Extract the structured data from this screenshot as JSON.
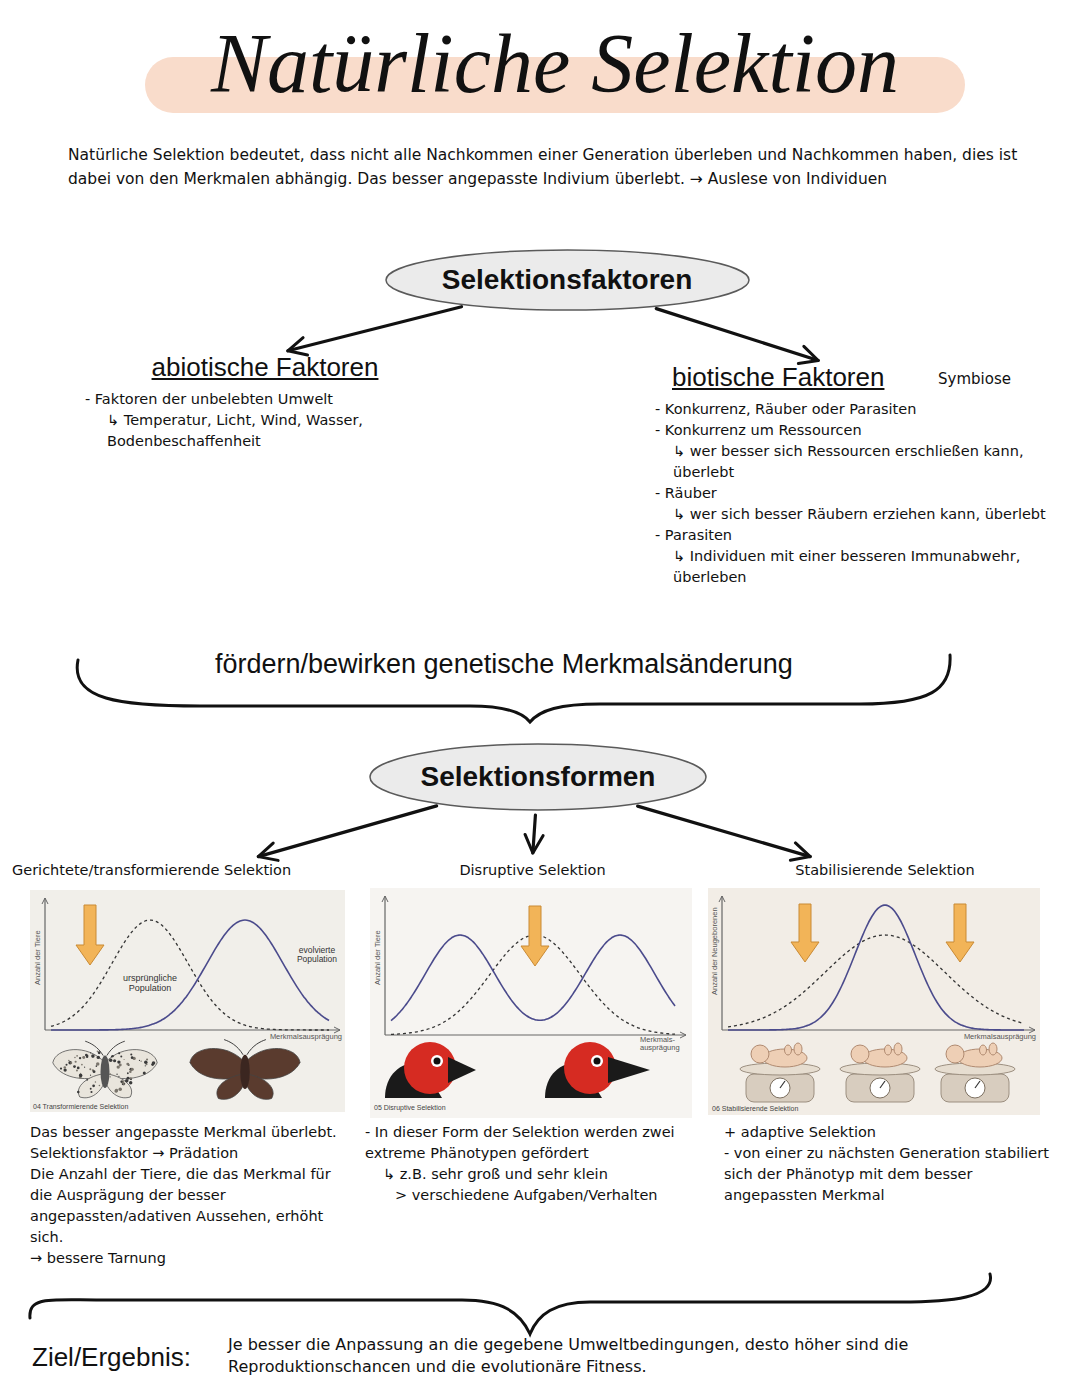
{
  "diagram": {
    "title": "Natürliche Selektion",
    "nodes": [
      {
        "text": [
          "Selektionsfaktoren"
        ]
      },
      {
        "text": [
          "abiotische Faktoren",
          "- Faktoren der unbelebten Umwelt",
          "↳ Temperatur, Licht, Wind, Wasser, Bodenbeschaffenheit"
        ]
      },
      {
        "text": [
          "biotische Faktoren",
          "Symbiose",
          "- Konkurrenz, Räuber oder Parasiten",
          "- Konkurrenz um Ressourcen",
          "↳ wer besser sich Ressourcen erschließen kann, überlebt",
          "- Räuber",
          "↳ wer sich besser Räubern erziehen kann, überlebt",
          "- Parasiten",
          "↳ Individuen mit einer besseren Immunabwehr, überleben"
        ]
      },
      {
        "text": [
          "Selektionsformen"
        ]
      },
      {
        "text": [
          "Gerichtete/transformierende Selektion",
          "Das besser angepasste Merkmal überlebt.",
          "Selektionsfaktor → Prädation",
          "Die Anzahl der Tiere, die das Merkmal für die Ausprägung der besser angepassten/adativen Aussehen, erhöht sich.",
          "→ bessere Tarnung"
        ]
      },
      {
        "text": [
          "Disruptive Selektion",
          "- In dieser Form der Selektion werden zwei extreme Phänotypen gefördert",
          "↳ z.B. sehr groß und sehr klein",
          "> verschiedene Aufgaben/Verhalten"
        ]
      },
      {
        "text": [
          "Stabilisierende Selektion",
          "+ adaptive Selektion",
          "- von einer zu nächsten Generation stabiliert sich der Phänotyp mit dem besser angepassten Merkmal"
        ]
      }
    ],
    "edges": [
      {
        "from": 0,
        "to": 1,
        "arrow": "to"
      },
      {
        "from": 0,
        "to": 2,
        "arrow": "to"
      },
      {
        "from": 3,
        "to": 4,
        "arrow": "to"
      },
      {
        "from": 3,
        "to": 5,
        "arrow": "to"
      },
      {
        "from": 3,
        "to": 6,
        "arrow": "to"
      }
    ],
    "labels": [
      "Natürliche Selektion bedeutet, dass nicht alle Nachkommen einer Generation überleben und Nachkommen haben, dies ist dabei von den Merkmalen abhängig. Das besser angepasste Indivium überlebt. → Auslese von Individuen",
      "fördern/bewirken genetische Merkmalsänderung",
      "Anzahl der Tiere",
      "ursprüngliche Population",
      "evolvierte Population",
      "Merkmalsausprägung",
      "04 Transformierende Selektion",
      "Anzahl der Tiere",
      "Merkmals- ausprägung",
      "05 Disruptive Selektion",
      "Anzahl der Neugeborenen",
      "Merkmalsausprägung",
      "06 Stabilisierende Selektion",
      "Ziel/Ergebnis:",
      "Je besser die Anpassung an die gegebene Umweltbedingungen, desto höher sind die Reproduktionschancen und die evolutionäre Fitness."
    ]
  }
}
